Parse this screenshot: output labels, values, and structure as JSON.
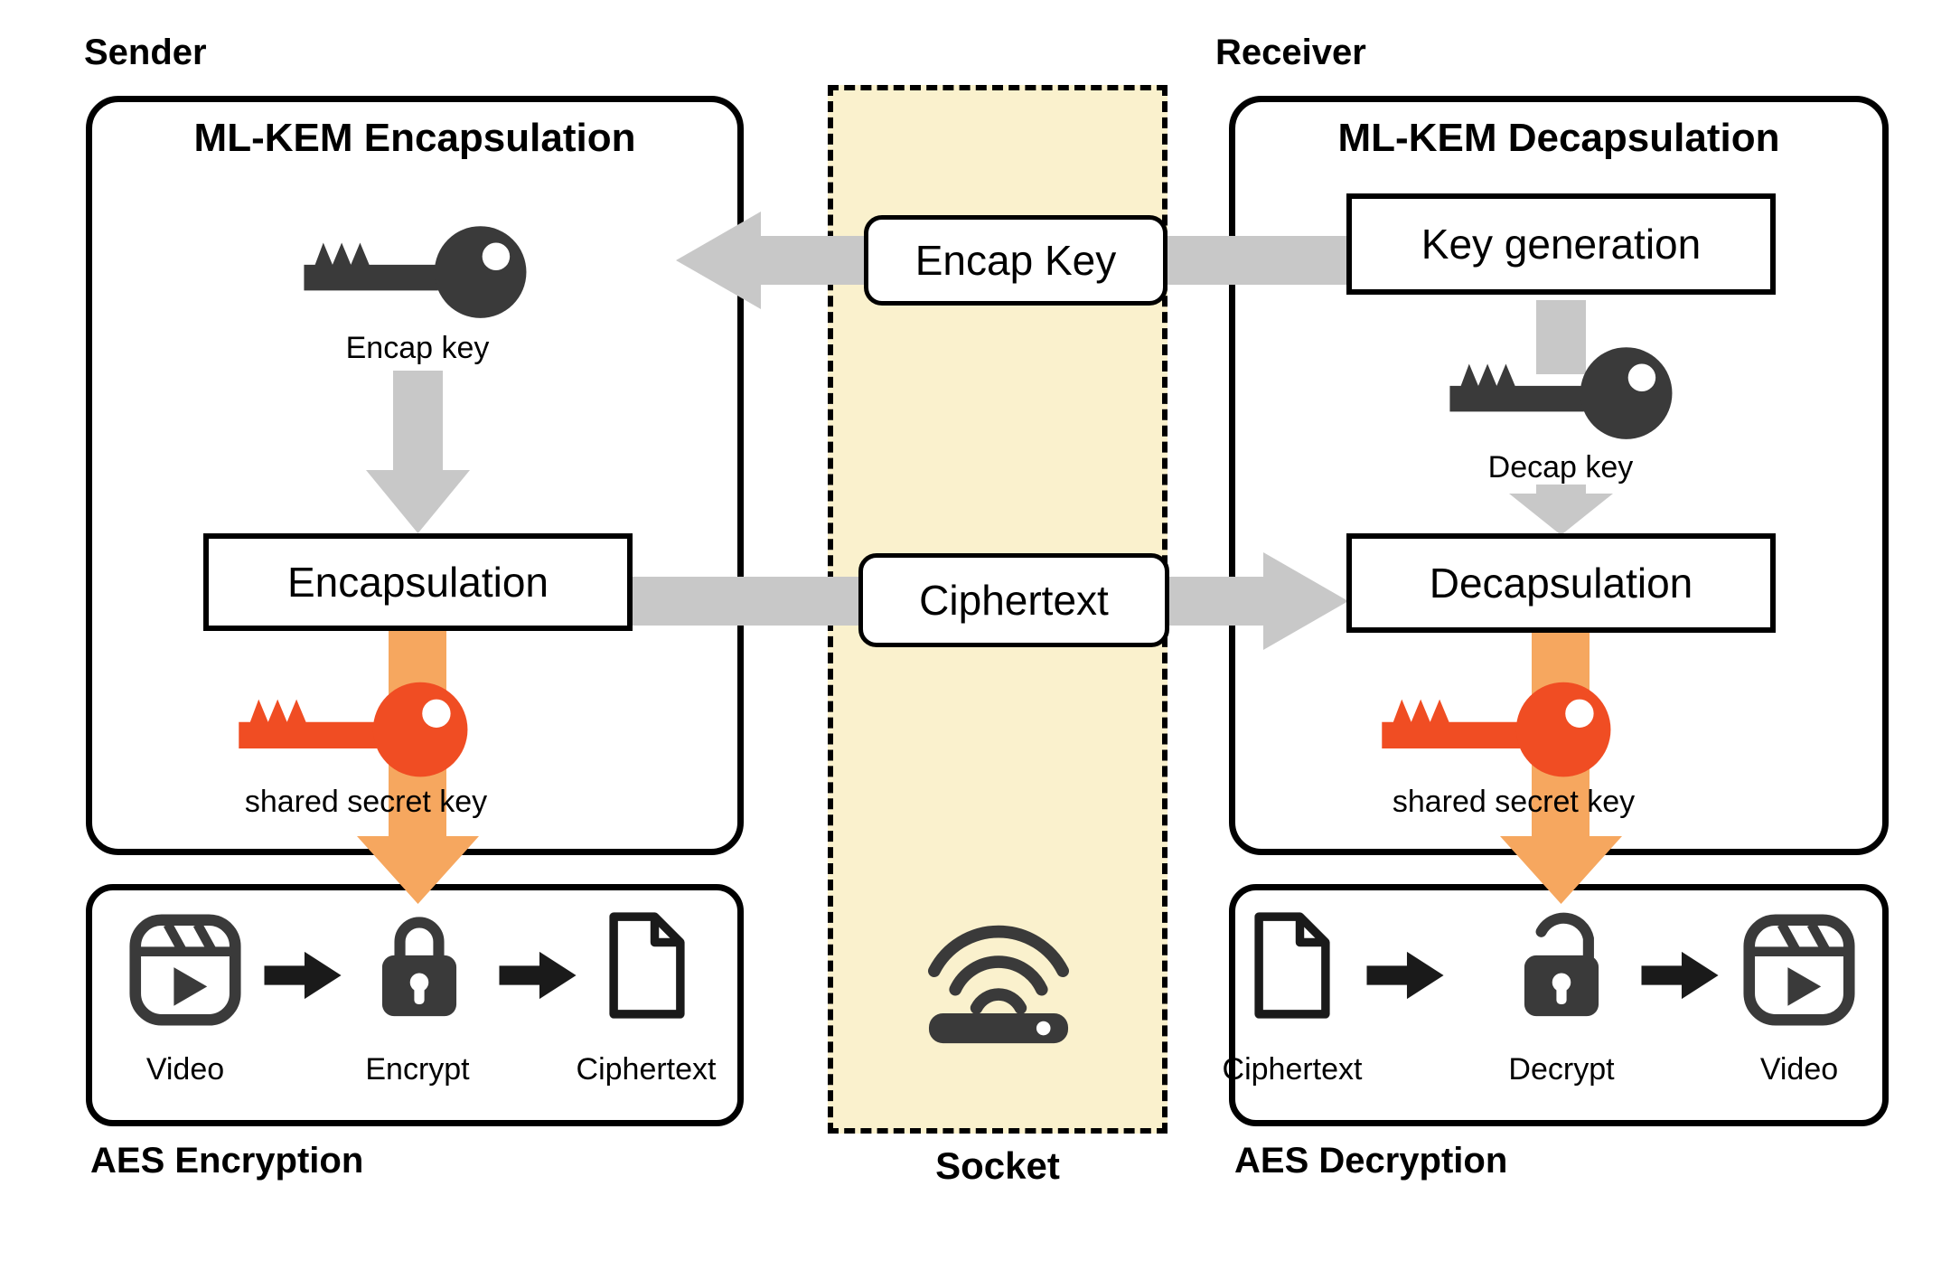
{
  "colors": {
    "outline": "#000000",
    "dark_icon": "#3a3a3a",
    "arrow_gray": "#c8c8c8",
    "arrow_orange": "#f6a75f",
    "key_red": "#f04d23",
    "socket_fill": "#faf1cd",
    "background": "#ffffff"
  },
  "sender": {
    "role_label": "Sender",
    "kem_title": "ML-KEM Encapsulation",
    "encap_key_label": "Encap key",
    "encapsulation_label": "Encapsulation",
    "shared_secret_label": "shared secret key",
    "aes_title": "AES Encryption",
    "aes_steps": [
      {
        "icon": "video-reel-icon",
        "label": "Video"
      },
      {
        "icon": "lock-closed-icon",
        "label": "Encrypt"
      },
      {
        "icon": "document-icon",
        "label": "Ciphertext"
      }
    ]
  },
  "receiver": {
    "role_label": "Receiver",
    "kem_title": "ML-KEM Decapsulation",
    "keygen_label": "Key generation",
    "decap_key_label": "Decap key",
    "decapsulation_label": "Decapsulation",
    "shared_secret_label": "shared secret key",
    "aes_title": "AES Decryption",
    "aes_steps": [
      {
        "icon": "document-icon",
        "label": "Ciphertext"
      },
      {
        "icon": "lock-open-icon",
        "label": "Decrypt"
      },
      {
        "icon": "video-reel-icon",
        "label": "Video"
      }
    ]
  },
  "channel": {
    "socket_label": "Socket",
    "messages": {
      "encap_key": "Encap Key",
      "ciphertext": "Ciphertext"
    }
  },
  "icons": {
    "dark_key": "key-icon",
    "red_key": "key-icon",
    "socket": "wifi-router-icon",
    "flow_arrows": "arrow-icon"
  }
}
